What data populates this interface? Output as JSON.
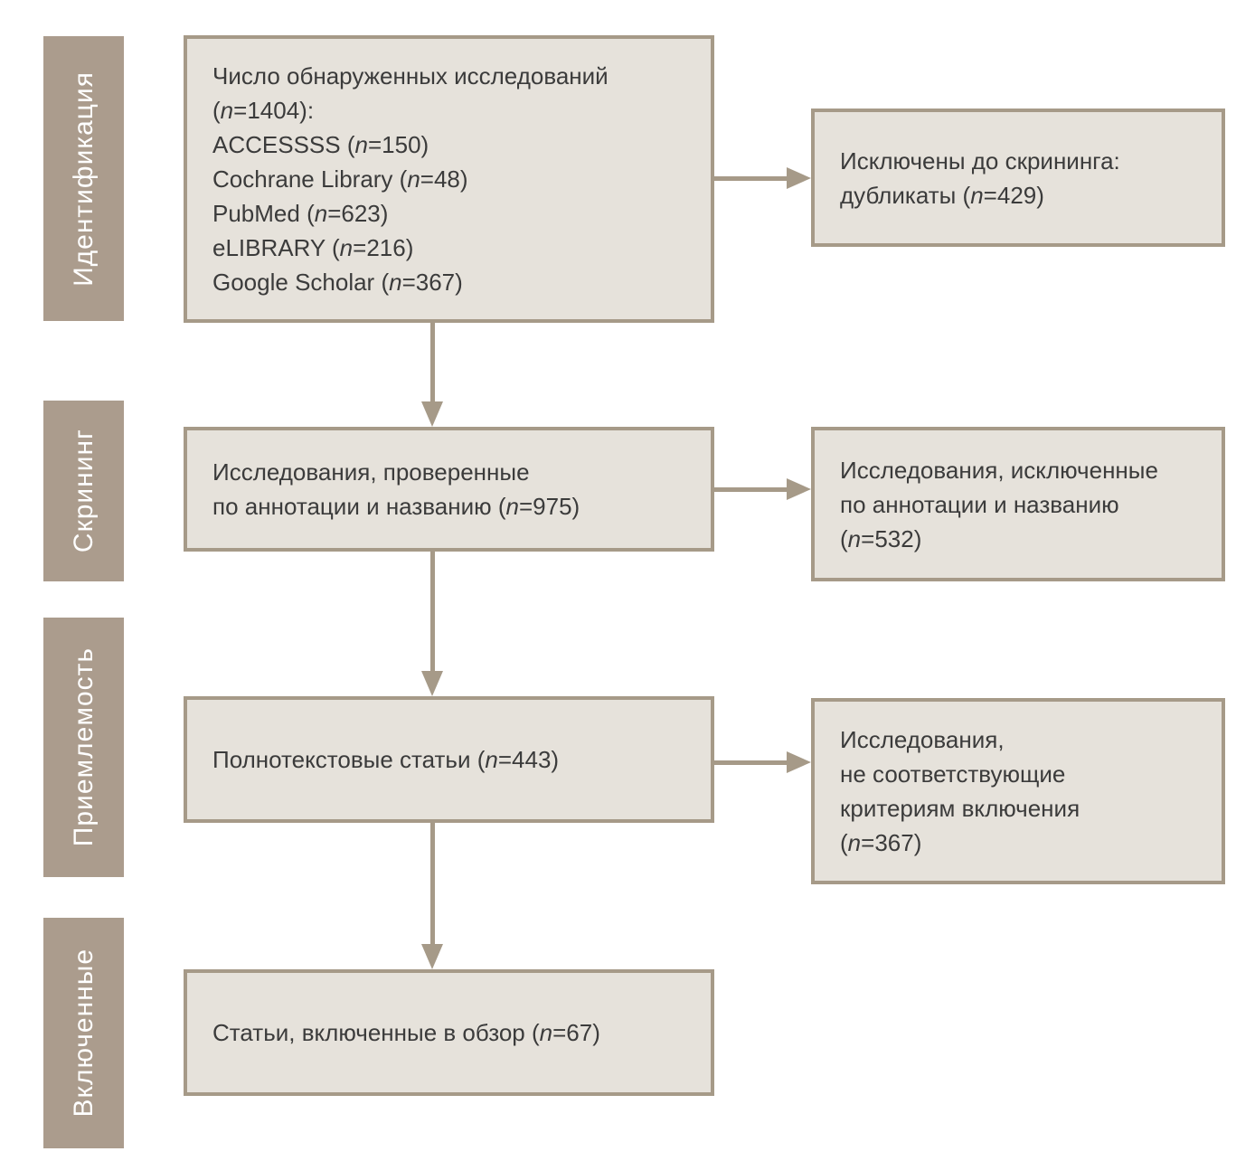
{
  "diagram": {
    "type": "prisma-flow-diagram",
    "language": "ru",
    "colors": {
      "stage-bg": "#ab9c8d",
      "stage-text": "#ffffff",
      "box-fill": "#e6e2db",
      "box-border": "#a69a88",
      "arrow": "#a69a88",
      "text": "#3b3b3b"
    },
    "stages": [
      {
        "id": "identification",
        "label": "Идентификация"
      },
      {
        "id": "screening",
        "label": "Скрининг"
      },
      {
        "id": "eligibility",
        "label": "Приемлемость"
      },
      {
        "id": "included",
        "label": "Включенные"
      }
    ],
    "main_boxes": [
      {
        "id": "records-identified",
        "lines": [
          "Число обнаруженных исследований",
          "(n=1404):",
          "ACCESSSS (n=150)",
          "Cochrane Library (n=48)",
          "PubMed (n=623)",
          "eLIBRARY (n=216)",
          "Google Scholar (n=367)"
        ]
      },
      {
        "id": "records-screened",
        "lines": [
          "Исследования, проверенные",
          "по аннотации и названию (n=975)"
        ]
      },
      {
        "id": "fulltext-articles",
        "lines": [
          "Полнотекстовые статьи (n=443)"
        ]
      },
      {
        "id": "articles-included",
        "lines": [
          "Статьи, включенные в обзор (n=67)"
        ]
      }
    ],
    "side_boxes": [
      {
        "id": "excluded-before-screening",
        "lines": [
          "Исключены до скрининга:",
          "дубликаты (n=429)"
        ]
      },
      {
        "id": "excluded-by-abstract-title",
        "lines": [
          "Исследования, исключенные",
          "по аннотации и названию",
          "(n=532)"
        ]
      },
      {
        "id": "excluded-by-criteria",
        "lines": [
          "Исследования,",
          "не соответствующие",
          "критериям включения",
          "(n=367)"
        ]
      }
    ]
  }
}
